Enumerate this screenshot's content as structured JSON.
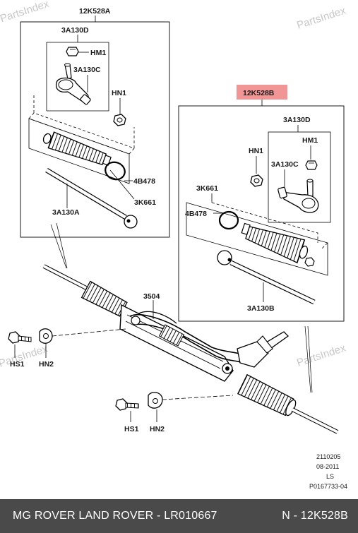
{
  "watermark": "PartsIndex",
  "callouts": {
    "group_left": "12K528A",
    "group_right": "12K528B",
    "tie_rod_end_left": "3A130D",
    "tie_rod_end_right": "3A130D",
    "nut_left": "HM1",
    "nut_right": "HM1",
    "ball_joint_left": "3A130C",
    "ball_joint_right": "3A130C",
    "locknut_left": "HN1",
    "locknut_right": "HN1",
    "clamp_left": "4B478",
    "clamp_right": "4B478",
    "boot_left": "3K661",
    "boot_right": "3K661",
    "inner_rod_left": "3A130A",
    "inner_rod_right": "3A130B",
    "steering_gear": "3504",
    "bolt_left": "HS1",
    "bracket_left": "HN2",
    "bolt_bottom": "HS1",
    "bracket_bottom": "HN2"
  },
  "highlight_color": "#f29595",
  "meta": [
    "2110205",
    "08-2011",
    "LS",
    "P0167733-04"
  ],
  "footer": {
    "brand": "MG ROVER LAND ROVER - LR010667",
    "ref": "N - 12K528B"
  }
}
